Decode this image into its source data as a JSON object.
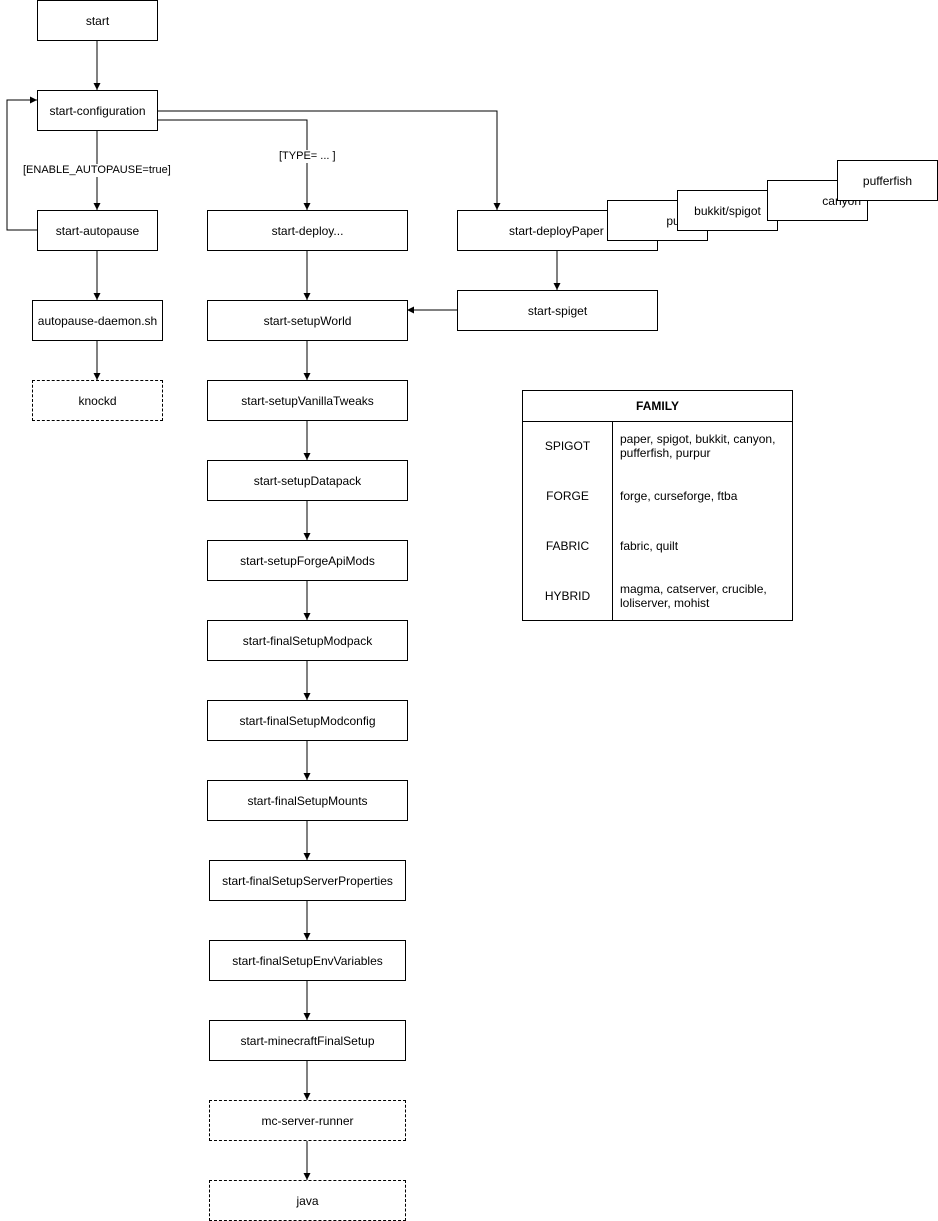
{
  "nodes": {
    "start": "start",
    "start_configuration": "start-configuration",
    "start_autopause": "start-autopause",
    "autopause_daemon": "autopause-daemon.sh",
    "knockd": "knockd",
    "start_deploy": "start-deploy...",
    "start_deploy_paper": "start-deployPaper",
    "purpur": "purpur",
    "bukkit_spigot": "bukkit/spigot",
    "canyon": "canyon",
    "pufferfish": "pufferfish",
    "start_spiget": "start-spiget",
    "start_setup_world": "start-setupWorld",
    "start_setup_vanilla_tweaks": "start-setupVanillaTweaks",
    "start_setup_datapack": "start-setupDatapack",
    "start_setup_forge_api_mods": "start-setupForgeApiMods",
    "start_final_setup_modpack": "start-finalSetupModpack",
    "start_final_setup_modconfig": "start-finalSetupModconfig",
    "start_final_setup_mounts": "start-finalSetupMounts",
    "start_final_setup_server_properties": "start-finalSetupServerProperties",
    "start_final_setup_env_variables": "start-finalSetupEnvVariables",
    "start_minecraft_final_setup": "start-minecraftFinalSetup",
    "mc_server_runner": "mc-server-runner",
    "java": "java"
  },
  "edge_labels": {
    "enable_autopause": "[ENABLE_AUTOPAUSE=true]",
    "type": "[TYPE= ... ]"
  },
  "family_table": {
    "title": "FAMILY",
    "rows": [
      {
        "family": "SPIGOT",
        "members": "paper, spigot, bukkit, canyon, pufferfish, purpur"
      },
      {
        "family": "FORGE",
        "members": "forge, curseforge, ftba"
      },
      {
        "family": "FABRIC",
        "members": "fabric, quilt"
      },
      {
        "family": "HYBRID",
        "members": "magma, catserver, crucible, loliserver, mohist"
      }
    ]
  }
}
